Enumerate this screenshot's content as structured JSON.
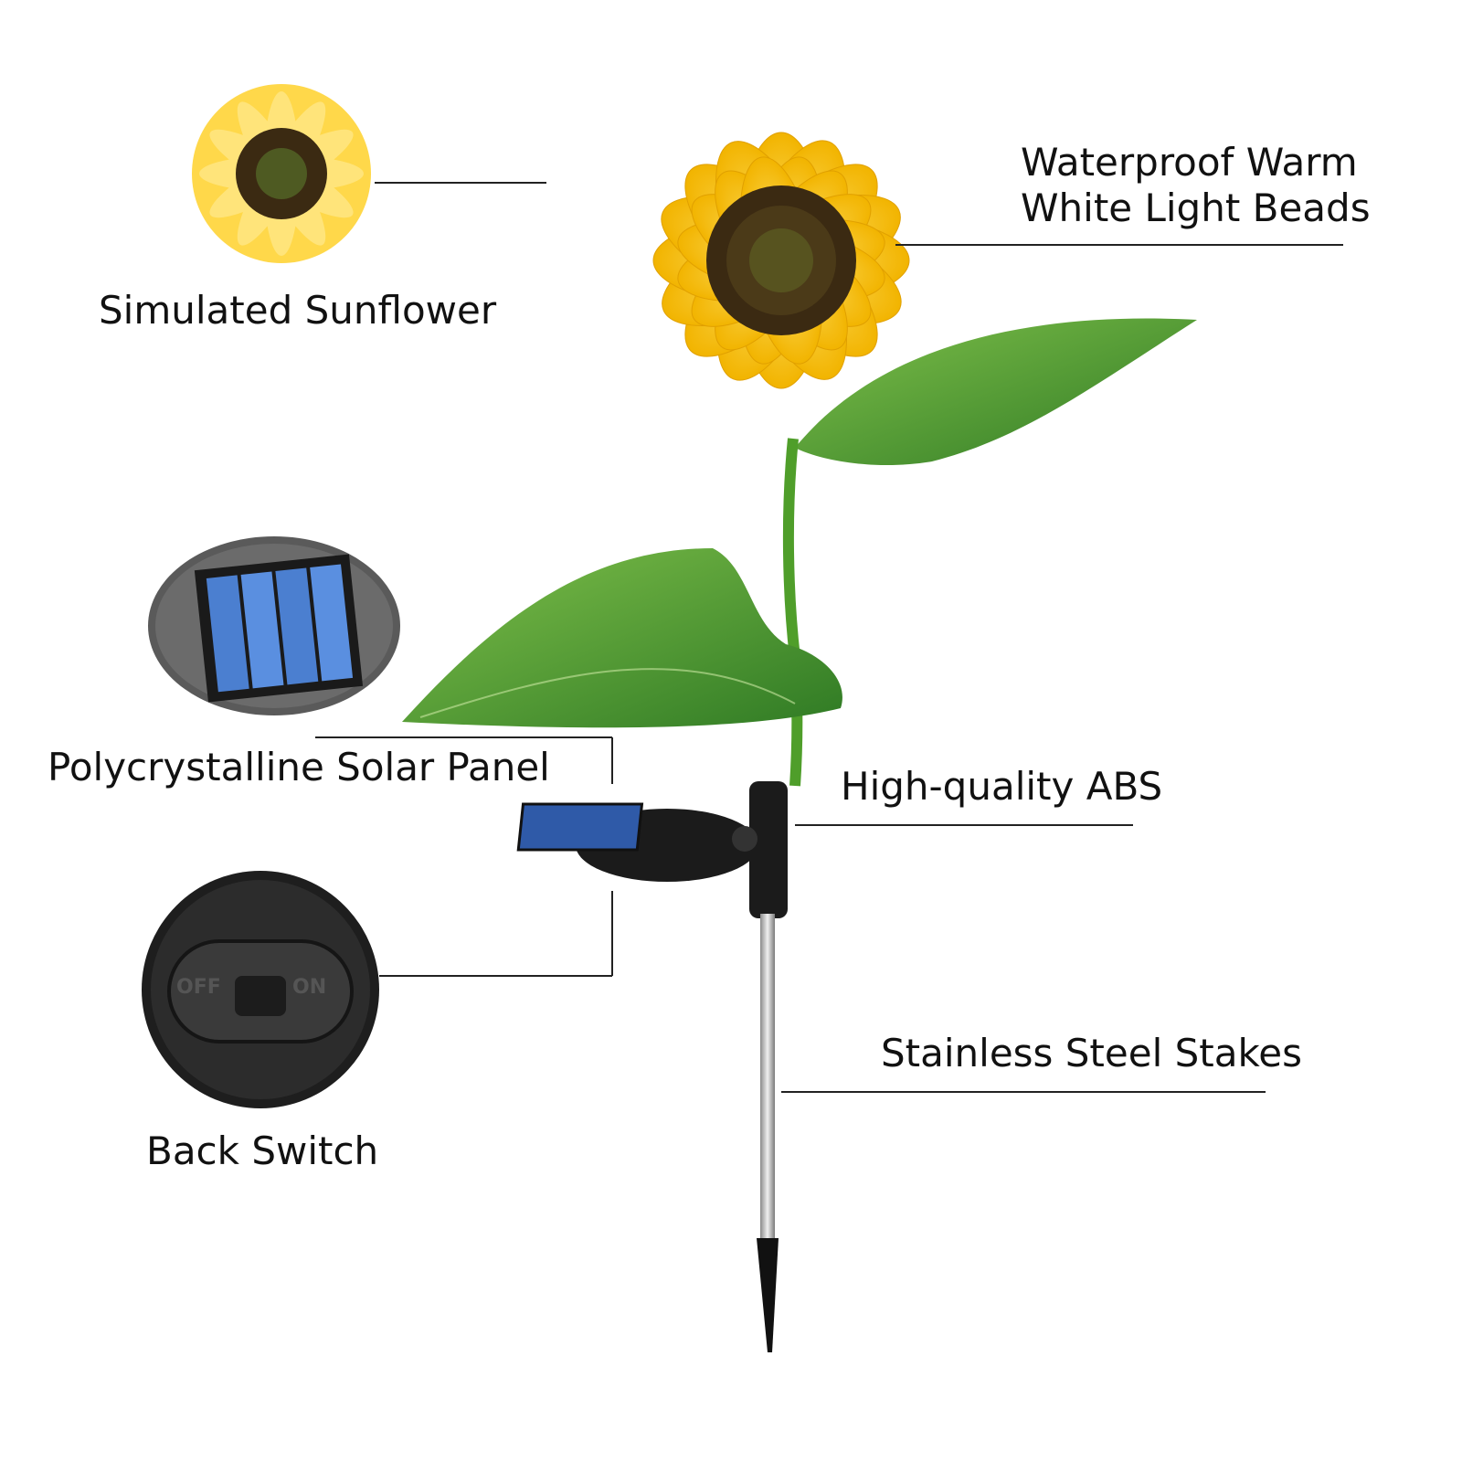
{
  "labels": {
    "waterproof_line1": "Waterproof Warm",
    "waterproof_line2": "White Light Beads",
    "sunflower": "Simulated Sunflower",
    "solar_panel": "Polycrystalline Solar Panel",
    "abs": "High-quality ABS",
    "stake": "Stainless Steel Stakes",
    "switch": "Back Switch"
  },
  "switch_marks": {
    "off": "OFF",
    "on": "ON"
  },
  "colors": {
    "petal": "#f6c200",
    "petal_light": "#ffe04a",
    "flower_center": "#3b2a12",
    "leaf": "#4a9a2e",
    "stem": "#4f9e2a",
    "panel": "#2f5aa8",
    "housing": "#1b1b1b"
  }
}
